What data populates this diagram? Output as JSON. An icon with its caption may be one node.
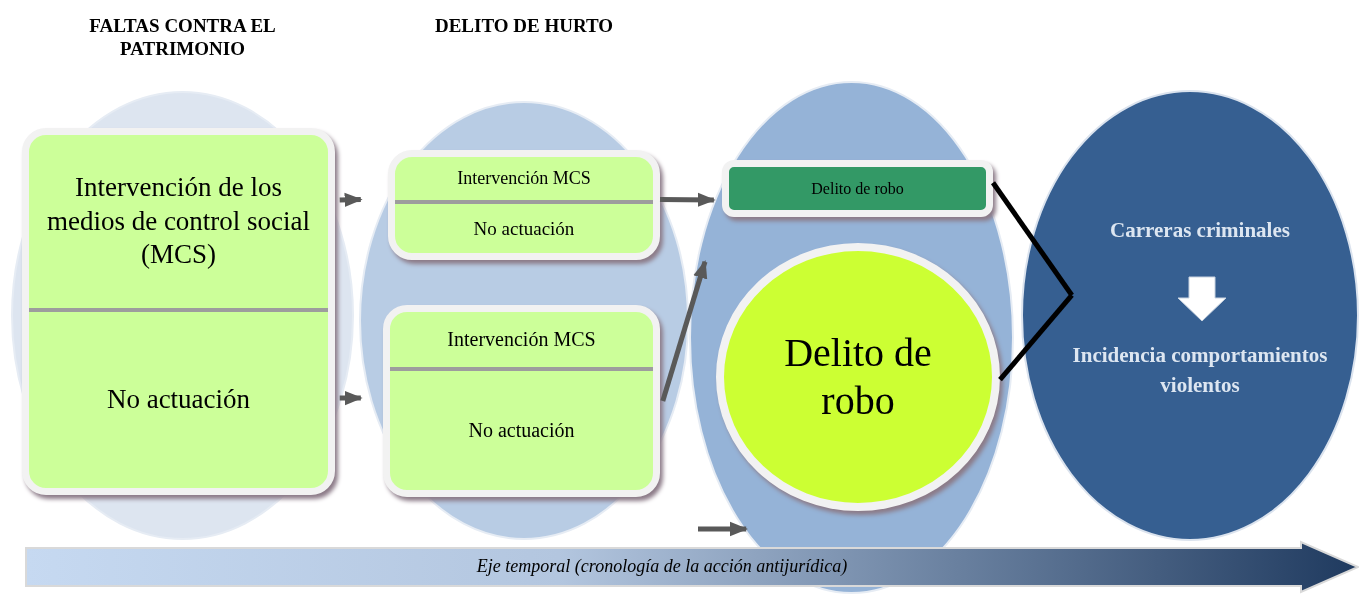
{
  "diagram": {
    "nodes": [
      {
        "text": [
          "FALTAS CONTRA EL PATRIMONIO"
        ]
      },
      {
        "text": [
          "Intervención de los medios de control social (MCS)",
          "No actuación"
        ],
        "in": 0
      },
      {
        "text": [
          "DELITO DE HURTO"
        ]
      },
      {
        "text": [
          "Intervención MCS",
          "No actuación"
        ],
        "in": 2
      },
      {
        "text": [
          "Intervención MCS",
          "No actuación"
        ],
        "in": 2
      },
      {
        "text": [],
        "shape": "ellipse"
      },
      {
        "text": [
          "Delito de robo"
        ],
        "in": 5
      },
      {
        "text": [
          "Delito de robo"
        ],
        "in": 5
      },
      {
        "text": [
          "Carreras criminales",
          "Incidencia comportamientos violentos"
        ]
      },
      {
        "text": [
          "Eje temporal (cronología de la acción antijurídica)"
        ]
      }
    ],
    "edges": [
      {
        "from": 1,
        "to": 3,
        "arrow": "to"
      },
      {
        "from": 1,
        "to": 4,
        "arrow": "to"
      },
      {
        "from": 3,
        "to": 6,
        "arrow": "to"
      },
      {
        "from": 4,
        "to": 5,
        "arrow": "to"
      },
      {
        "from": null,
        "to": 5,
        "arrow": "to"
      },
      {
        "from": 6,
        "to": 8,
        "arrow": "none",
        "color": "#000000"
      },
      {
        "from": 7,
        "to": 8,
        "arrow": "none",
        "color": "#000000"
      }
    ]
  }
}
